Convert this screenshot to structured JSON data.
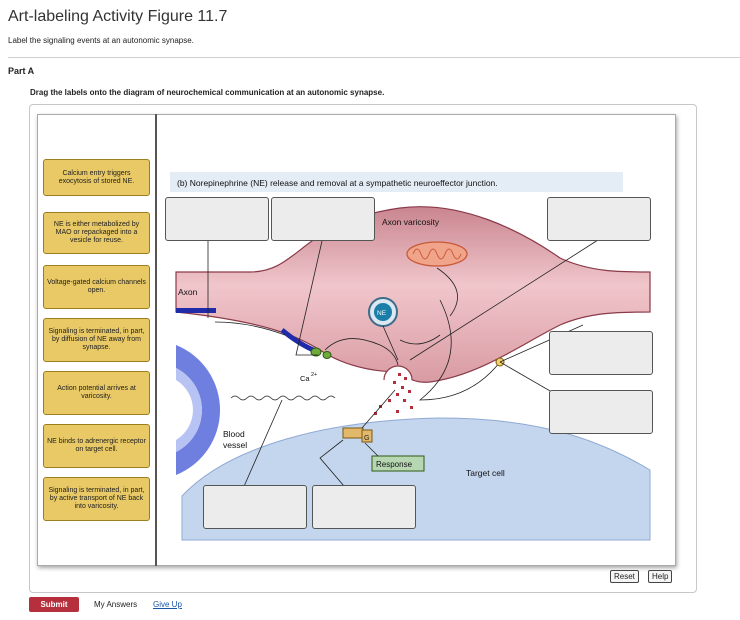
{
  "header": {
    "title": "Art-labeling Activity Figure 11.7",
    "subtitle": "Label the signaling events at an autonomic synapse."
  },
  "part": {
    "label": "Part A",
    "instruction": "Drag the labels onto the diagram of neurochemical communication at an autonomic synapse."
  },
  "labels": [
    "Calcium entry triggers exocytosis of stored NE.",
    "NE is either metabolized by MAO or repackaged into a vesicle for reuse.",
    "Voltage-gated calcium channels open.",
    "Signaling is terminated, in part, by diffusion of NE away from synapse.",
    "Action potential arrives at varicosity.",
    "NE binds to adrenergic receptor on target cell.",
    "Signaling is terminated, in part, by active transport of NE back into varicosity."
  ],
  "diagram": {
    "caption": "(b) Norepinephrine (NE) release and removal at a sympathetic neuroeffector junction.",
    "axon_varicosity": "Axon varicosity",
    "axon": "Axon",
    "calcium": "Ca",
    "calcium_charge": "2+",
    "ne": "NE",
    "blood_vessel_line1": "Blood",
    "blood_vessel_line2": "vessel",
    "receptor_g": "G",
    "response": "Response",
    "target_cell": "Target cell"
  },
  "controls": {
    "reset": "Reset",
    "help": "Help",
    "submit": "Submit",
    "my_answers": "My Answers",
    "give_up": "Give Up"
  },
  "colors": {
    "label_fill": "#e8c965",
    "axon_fill": "#e2a9b0",
    "target_cell_fill": "#c4d6ee",
    "submit": "#b5303c",
    "link": "#1a55a8"
  }
}
